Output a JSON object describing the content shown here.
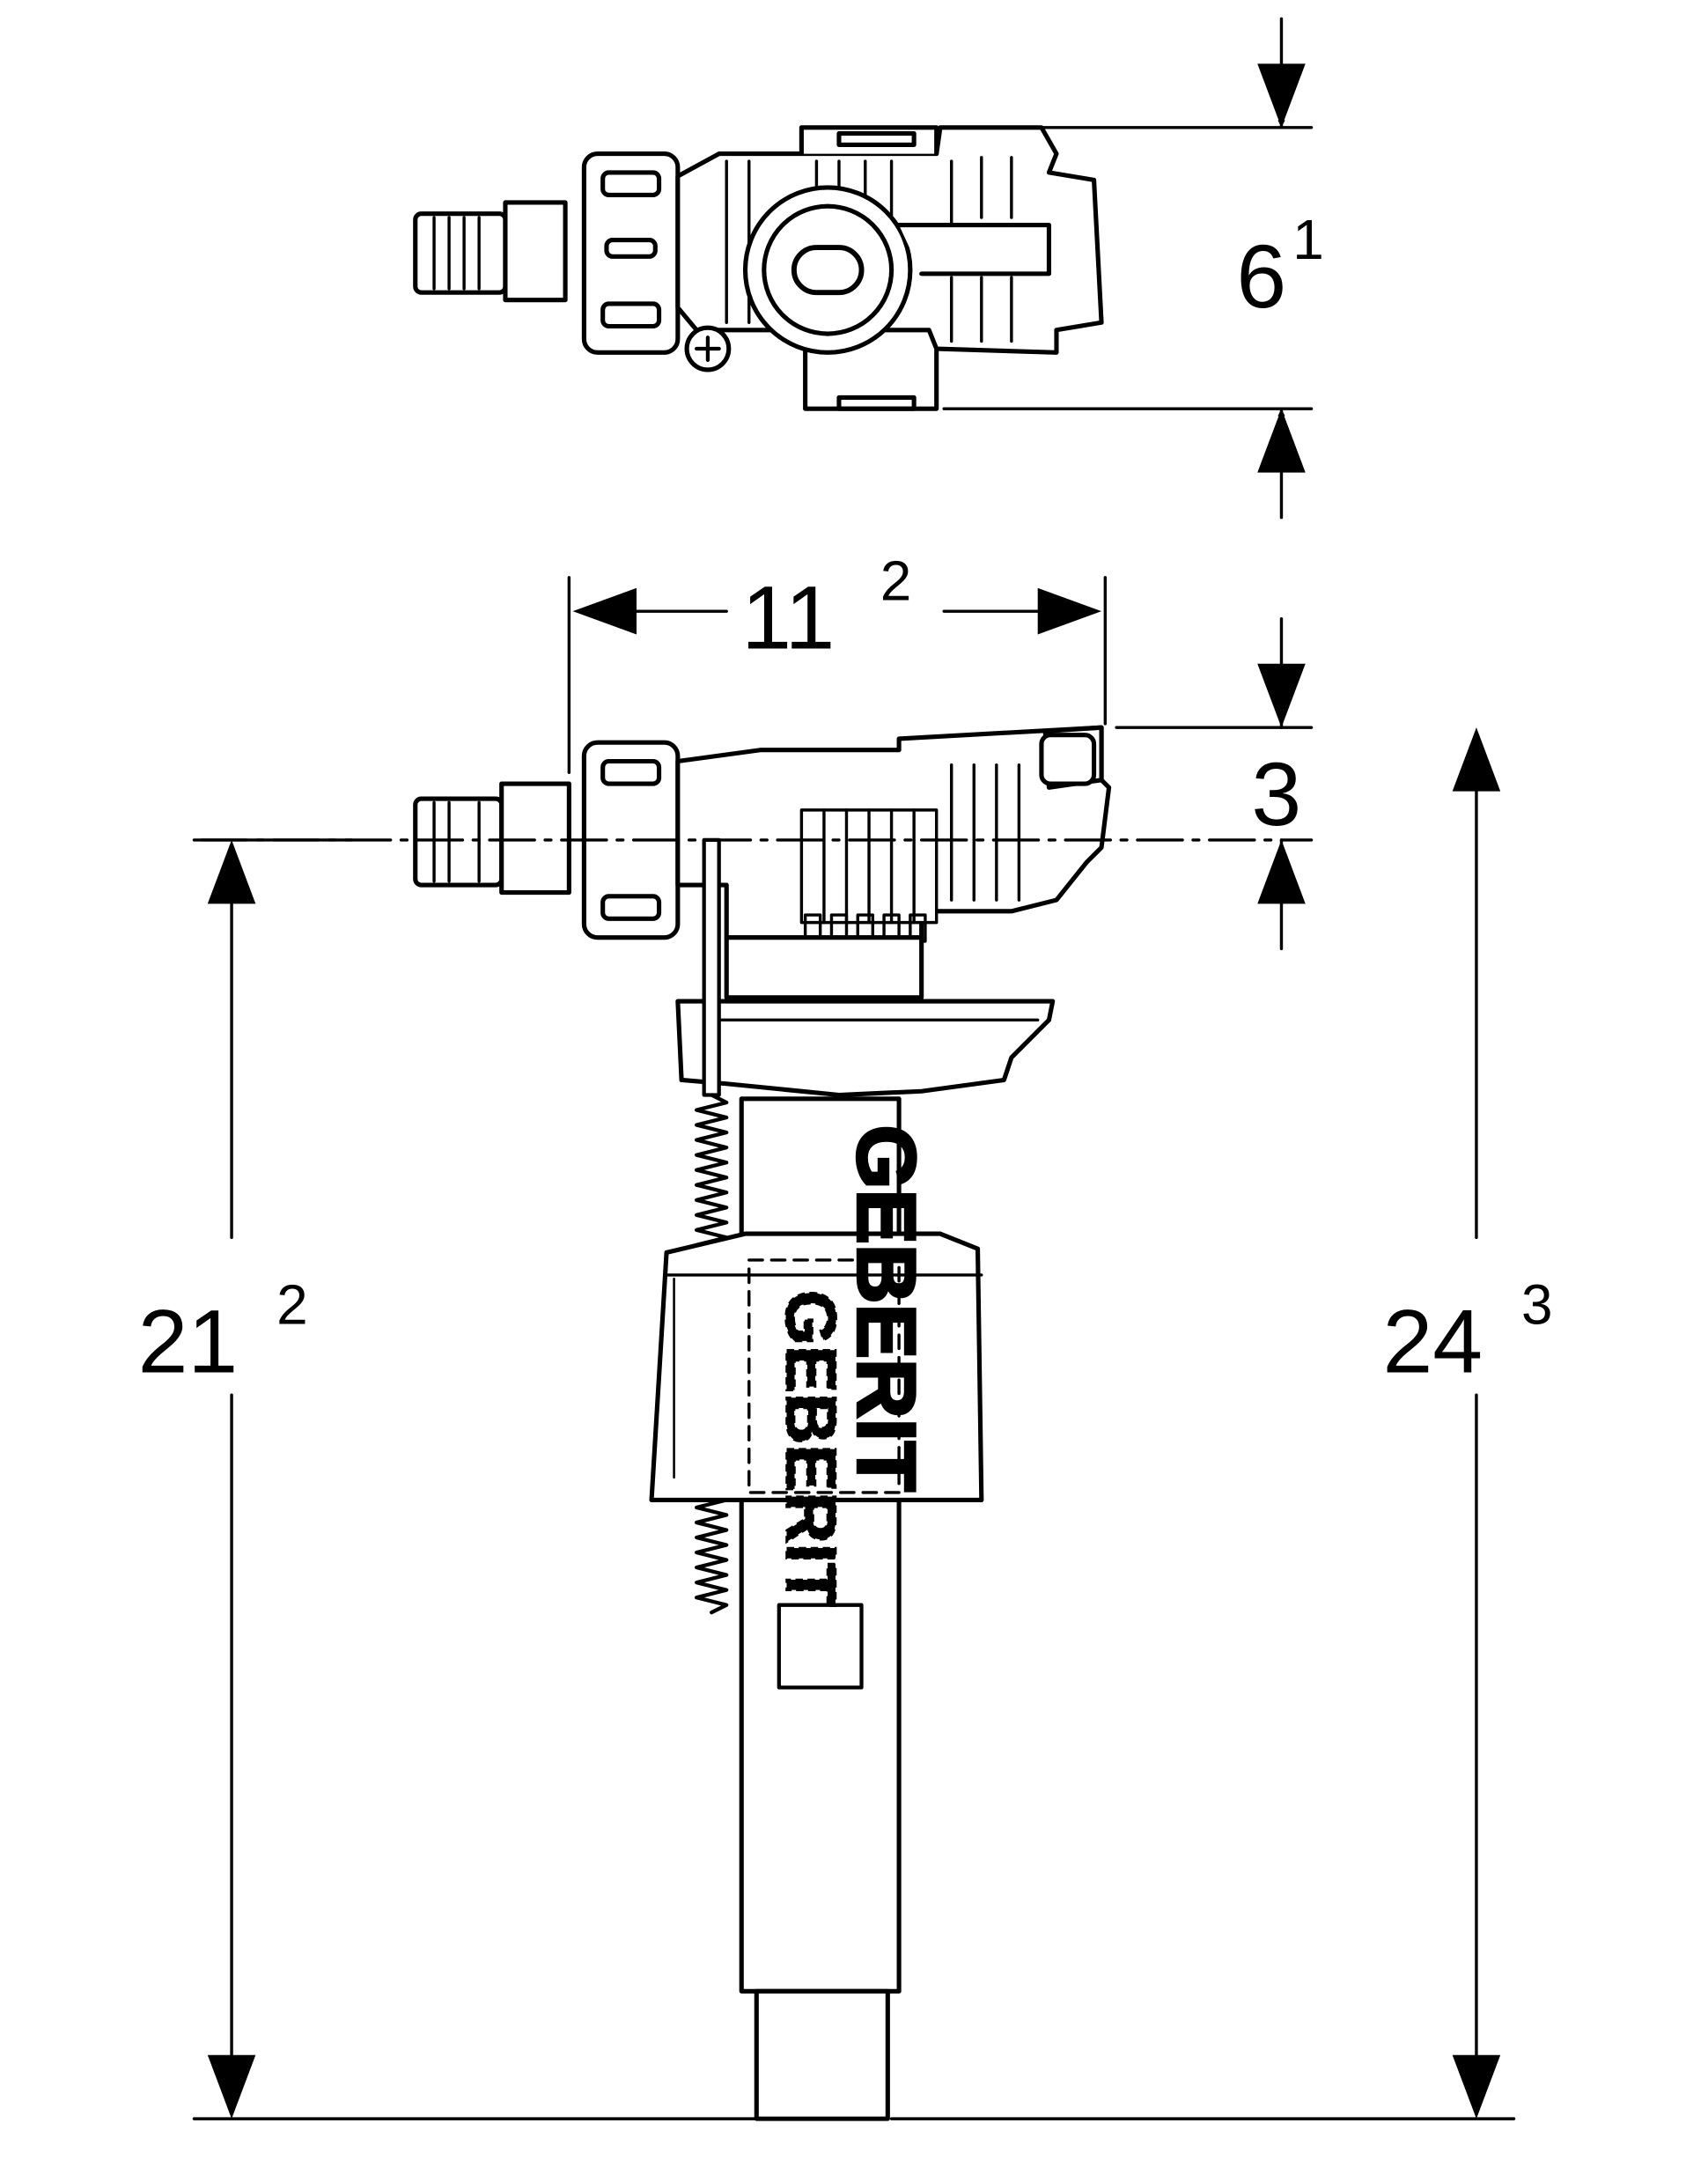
{
  "dimensions": {
    "top_height": {
      "main": "6",
      "sup": "1"
    },
    "width": {
      "main": "11",
      "sup": "2"
    },
    "offset": {
      "main": "3",
      "sup": ""
    },
    "left_height": {
      "main": "21",
      "sup": "2"
    },
    "right_height": {
      "main": "24",
      "sup": "3"
    }
  },
  "branding": {
    "logo_text": "GEBERIT",
    "logo_text_vertical": "GEBERIT"
  },
  "colors": {
    "line": "#000000",
    "background": "#ffffff"
  }
}
